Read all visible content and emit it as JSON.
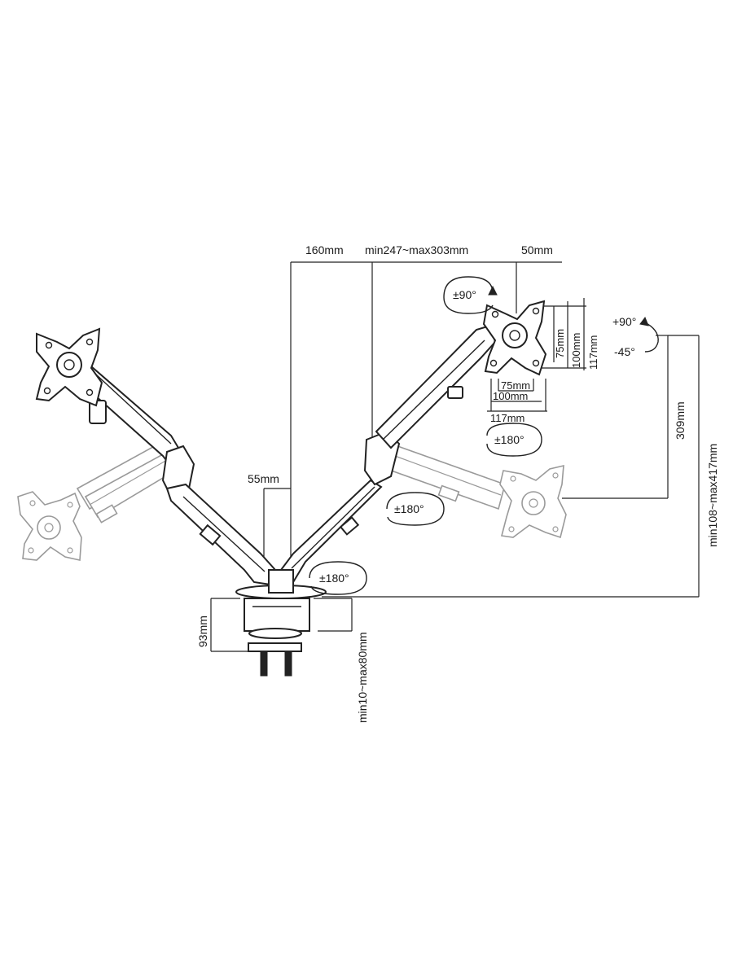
{
  "labels": {
    "top_160": "160mm",
    "top_range": "min247~max303mm",
    "top_50": "50mm",
    "rot_90": "±90°",
    "tilt_plus": "+90°",
    "tilt_minus": "-45°",
    "vesa_75_v": "75mm",
    "vesa_100_v": "100mm",
    "vesa_117_v": "117mm",
    "vesa_75_h": "75mm",
    "vesa_100_h": "100mm",
    "vesa_117_h": "117mm",
    "rot_180_top": "±180°",
    "rot_180_mid": "±180°",
    "rot_180_base": "±180°",
    "dim_309": "309mm",
    "dim_height": "min108~max417mm",
    "dim_55": "55mm",
    "dim_93": "93mm",
    "dim_clamp": "min10~max80mm"
  },
  "colors": {
    "line": "#222222",
    "ghost": "#9a9a9a",
    "background": "#ffffff"
  }
}
